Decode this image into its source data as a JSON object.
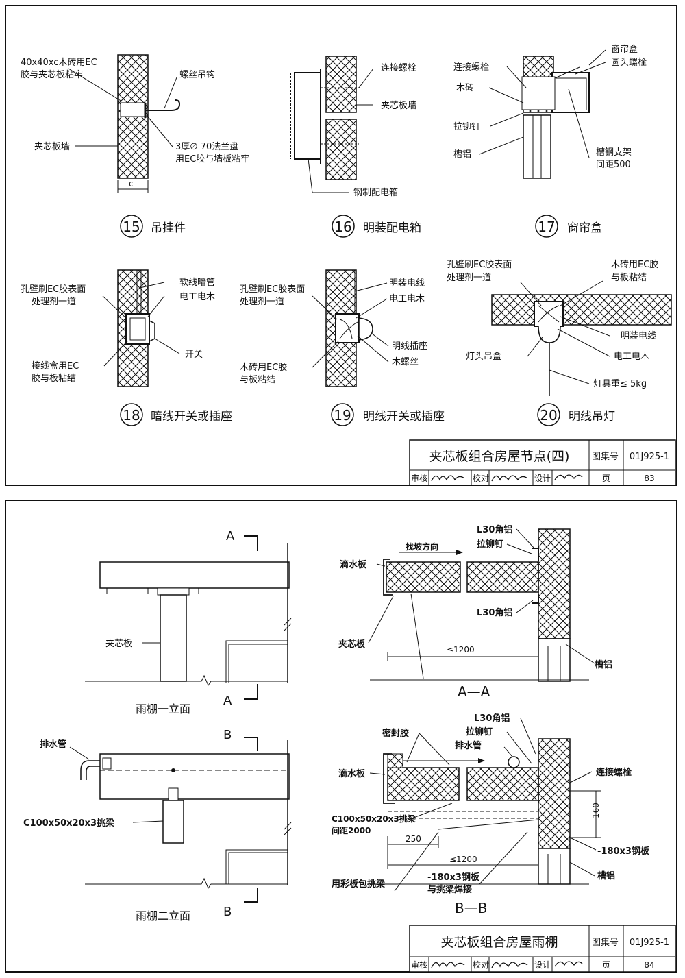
{
  "sheet1": {
    "d15": {
      "num": "15",
      "title": "吊挂件",
      "c1": "40x40xc木砖用EC",
      "c2": "胶与夹芯板粘牢",
      "c3": "螺丝吊钩",
      "c4": "夹芯板墙",
      "c5": "3厚∅ 70法兰盘",
      "c6": "用EC胶与墙板粘牢",
      "dim": "c"
    },
    "d16": {
      "num": "16",
      "title": "明装配电箱",
      "c1": "连接螺栓",
      "c2": "夹芯板墙",
      "c3": "钢制配电箱"
    },
    "d17": {
      "num": "17",
      "title": "窗帘盒",
      "c1": "窗帘盒",
      "c2": "圆头螺栓",
      "c3": "连接螺栓",
      "c4": "木砖",
      "c5": "拉铆钉",
      "c6": "槽铝",
      "c7": "槽钢支架",
      "c8": "间距500"
    },
    "d18": {
      "num": "18",
      "title": "暗线开关或插座",
      "c1": "孔壁刷EC胶表面",
      "c2": "处理剂一道",
      "c3": "软线暗管",
      "c4": "电工电木",
      "c5": "开关",
      "c6": "接线盒用EC",
      "c7": "胶与板粘结"
    },
    "d19": {
      "num": "19",
      "title": "明线开关或插座",
      "c1": "孔壁刷EC胶表面",
      "c2": "处理剂一道",
      "c3": "明装电线",
      "c4": "电工电木",
      "c5": "明线插座",
      "c6": "木螺丝",
      "c7": "木砖用EC胶",
      "c8": "与板粘结"
    },
    "d20": {
      "num": "20",
      "title": "明线吊灯",
      "c1": "孔壁刷EC胶表面",
      "c2": "处理剂一道",
      "c3": "木砖用EC胶",
      "c4": "与板粘结",
      "c5": "明装电线",
      "c6": "灯头吊盒",
      "c7": "电工电木",
      "c8": "灯具重≤ 5kg"
    },
    "titleblock": {
      "title": "夹芯板组合房屋节点(四)",
      "atlas_label": "图集号",
      "atlas_no": "01J925-1",
      "review": "审核",
      "check": "校对",
      "design": "设计",
      "page_label": "页",
      "page_no": "83"
    }
  },
  "sheet2": {
    "elev1": {
      "title": "雨棚一立面",
      "sec": "A",
      "label": "夹芯板"
    },
    "secA": {
      "title": "A—A",
      "c1": "L30角铝",
      "c2": "拉铆钉",
      "c3": "找坡方向",
      "c4": "滴水板",
      "c5": "L30角铝",
      "c6": "夹芯板",
      "c7": "≤1200",
      "c8": "槽铝"
    },
    "elev2": {
      "title": "雨棚二立面",
      "sec": "B",
      "c1": "排水管",
      "c2": "C100x50x20x3挑梁"
    },
    "secB": {
      "title": "B—B",
      "c1": "L30角铝",
      "c2": "拉铆钉",
      "c3": "密封胶",
      "c4": "排水管",
      "c5": "滴水板",
      "c6": "连接螺栓",
      "c7": "C100x50x20x3挑梁",
      "c8": "间距2000",
      "c9": "250",
      "c10": "≤1200",
      "c11": "160",
      "c12": "-180x3钢板",
      "c13": "用彩板包挑梁",
      "c14": "-180x3钢板",
      "c15": "与挑梁焊接",
      "c16": "槽铝"
    },
    "titleblock": {
      "title": "夹芯板组合房屋雨棚",
      "atlas_label": "图集号",
      "atlas_no": "01J925-1",
      "review": "审核",
      "check": "校对",
      "design": "设计",
      "page_label": "页",
      "page_no": "84"
    }
  }
}
